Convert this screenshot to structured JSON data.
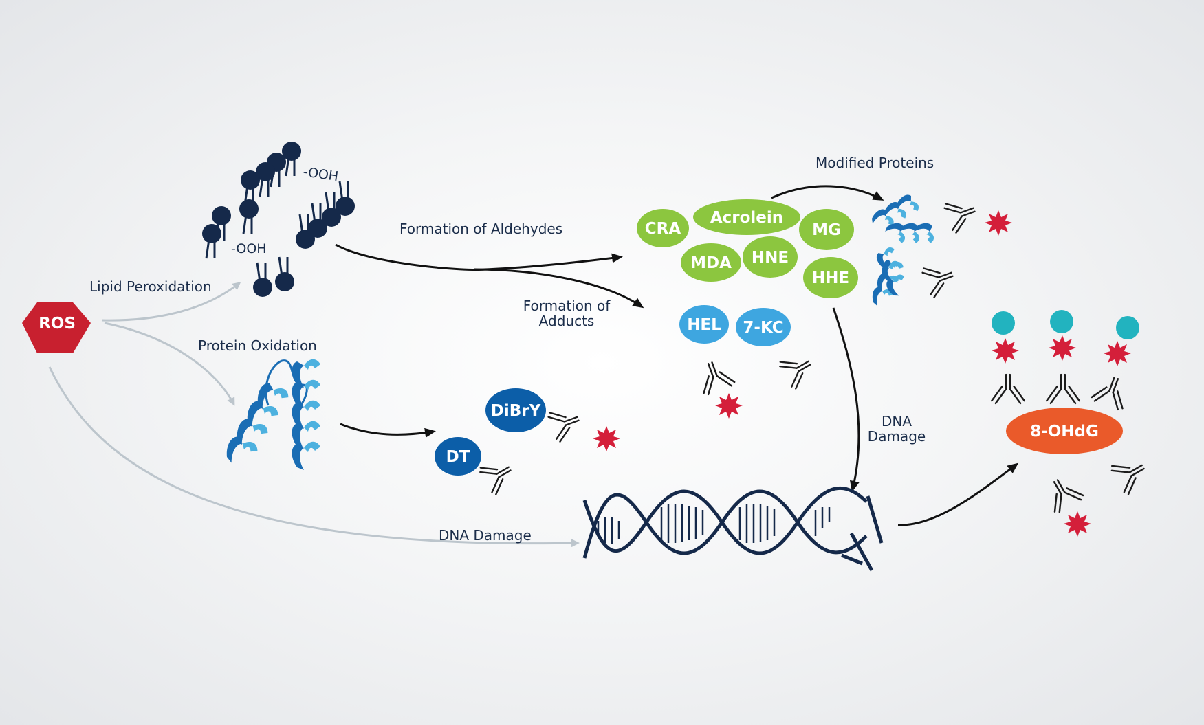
{
  "labels": {
    "lipid_peroxidation": "Lipid Peroxidation",
    "protein_oxidation": "Protein Oxidation",
    "dna_damage_bottom": "DNA Damage",
    "formation_of_aldehydes": "Formation of Aldehydes",
    "formation_of_adducts_1": "Formation of",
    "formation_of_adducts_2": "Adducts",
    "modified_proteins": "Modified Proteins",
    "dna_damage_right_1": "DNA",
    "dna_damage_right_2": "Damage",
    "ooh_top": "-OOH",
    "ooh_bottom": "-OOH"
  },
  "nodes": {
    "ros": "ROS",
    "cra": "CRA",
    "acrolein": "Acrolein",
    "mg": "MG",
    "mda": "MDA",
    "hne": "HNE",
    "hhe": "HHE",
    "hel": "HEL",
    "seven_kc": "7-KC",
    "dibry": "DiBrY",
    "dt": "DT",
    "ohdg": "8-OHdG"
  },
  "colors": {
    "ros": "#c8202f",
    "aldehyde_green": "#8cc63f",
    "adduct_light_blue": "#3ea6e0",
    "protein_adduct_navy": "#0c5ea8",
    "ohdg_orange": "#ea5a2a",
    "label_red_star": "#d41f3a",
    "teal_dot": "#22b3bf",
    "navy_dark": "#15294a",
    "arrow_gray": "#bcc5cc",
    "arrow_black": "#111111"
  },
  "icons": [
    "lipid-bilayer-icon",
    "protein-helix-icon",
    "dna-double-helix-icon",
    "antibody-icon",
    "red-star-label-icon",
    "teal-dot-icon"
  ]
}
